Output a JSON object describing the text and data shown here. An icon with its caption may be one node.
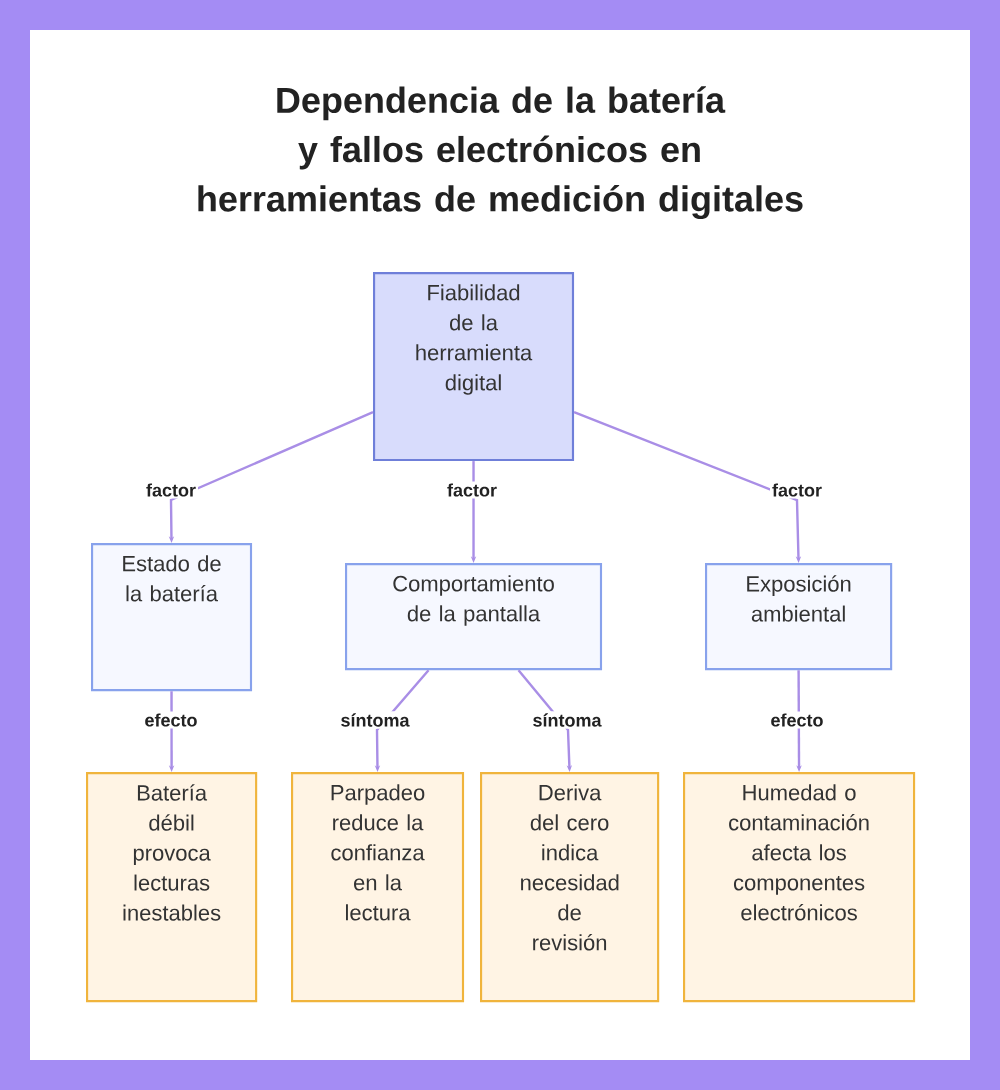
{
  "diagram": {
    "title": "Dependencia de la batería y fallos electrónicos en herramientas de medición digitales",
    "nodes": [
      {
        "text": [
          "Fiabilidad de la herramienta digital"
        ]
      },
      {
        "text": [
          "Estado de la batería"
        ]
      },
      {
        "text": [
          "Comportamiento de la pantalla"
        ]
      },
      {
        "text": [
          "Exposición ambiental"
        ]
      },
      {
        "text": [
          "Batería débil provoca lecturas inestables"
        ]
      },
      {
        "text": [
          "Parpadeo reduce la confianza en la lectura"
        ]
      },
      {
        "text": [
          "Deriva del cero indica necesidad de revisión"
        ]
      },
      {
        "text": [
          "Humedad o contaminación afecta los componentes electrónicos"
        ]
      }
    ],
    "edges": [
      {
        "from": 0,
        "to": 1,
        "arrow": "to",
        "label": "factor"
      },
      {
        "from": 0,
        "to": 2,
        "arrow": "to",
        "label": "factor"
      },
      {
        "from": 0,
        "to": 3,
        "arrow": "to",
        "label": "factor"
      },
      {
        "from": 1,
        "to": 4,
        "arrow": "to",
        "label": "efecto"
      },
      {
        "from": 2,
        "to": 5,
        "arrow": "to",
        "label": "síntoma"
      },
      {
        "from": 2,
        "to": 6,
        "arrow": "to",
        "label": "síntoma"
      },
      {
        "from": 3,
        "to": 7,
        "arrow": "to",
        "label": "efecto"
      }
    ]
  }
}
